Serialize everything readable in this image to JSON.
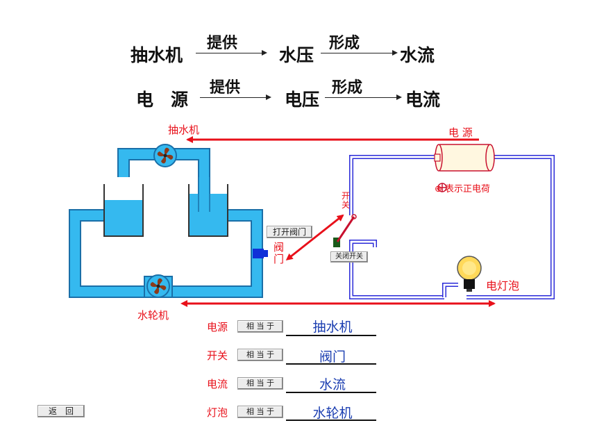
{
  "header": {
    "row1": {
      "left": "抽水机",
      "arrow1": "提供",
      "middle": "水压",
      "arrow2": "形成",
      "right": "水流"
    },
    "row2": {
      "left": "电　源",
      "arrow1": "提供",
      "middle": "电压",
      "arrow2": "形成",
      "right": "电流"
    }
  },
  "diagram": {
    "pump_label": "抽水机",
    "turbine_label": "水轮机",
    "power_label": "电 源",
    "positive_charge_label": "⊕ 表示正电荷",
    "switch_label": "开\n关",
    "valve_label": "阀\n门",
    "bulb_label": "电灯泡",
    "open_valve_button": "打开阀门",
    "close_switch_button": "关闭开关",
    "colors": {
      "water": "#35b9ef",
      "pipe_border": "#1a6fa8",
      "wire": "#2a2ad8",
      "arrow": "#e8101a",
      "answer": "#1a3db0"
    }
  },
  "qa": [
    {
      "item": "电源",
      "button": "相 当 于",
      "answer": "抽水机"
    },
    {
      "item": "开关",
      "button": "相 当 于",
      "answer": "阀门"
    },
    {
      "item": "电流",
      "button": "相 当 于",
      "answer": "水流"
    },
    {
      "item": "灯泡",
      "button": "相 当 于",
      "answer": "水轮机"
    }
  ],
  "back_button": "返　回"
}
